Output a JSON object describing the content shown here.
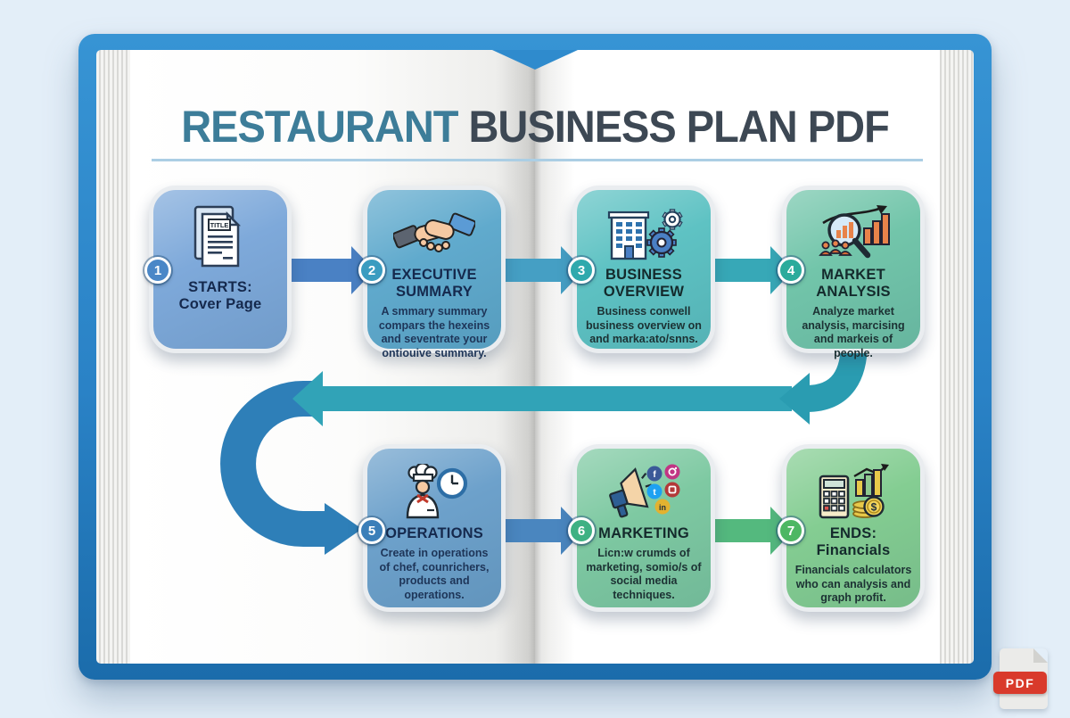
{
  "title": {
    "highlight": "RESTAURANT",
    "rest": "BUSINESS PLAN PDF"
  },
  "colors": {
    "background": "#e3eef8",
    "cover": "#2f8bcd",
    "cover_dark": "#1b6cab",
    "title_highlight": "#3d7d99",
    "title_rest": "#3d4854",
    "underline": "#abcee4",
    "return_bar_arrow": "#31a3b7",
    "loop_arrow": "#2e7fb8",
    "drop_arrow": "#2a9cb1",
    "pdf_red": "#d93a2b"
  },
  "steps": [
    {
      "number": "1",
      "title_line1": "STARTS:",
      "title_line2": "Cover Page",
      "description": "",
      "icon": "cover-page-document-icon",
      "icon_label": "TITLE",
      "box_color": "#7ea9da",
      "badge_color": "#4a87c7"
    },
    {
      "number": "2",
      "title_line1": "EXECUTIVE",
      "title_line2": "SUMMARY",
      "description": "A smmary summary compars the hexeins and seventrate your ontiouive summary.",
      "icon": "handshake-icon",
      "box_color": "#60aacd",
      "badge_color": "#3a9cc0"
    },
    {
      "number": "3",
      "title_line1": "BUSINESS",
      "title_line2": "OVERVIEW",
      "description": "Business conwell business overview on and marka:ato/snns.",
      "icon": "building-gears-icon",
      "box_color": "#5ec2c3",
      "badge_color": "#2fa9ad"
    },
    {
      "number": "4",
      "title_line1": "MARKET",
      "title_line2": "ANALYSIS",
      "description": "Analyze market analysis, marcising and markeis of people.",
      "icon": "market-research-icon",
      "box_color": "#72c5aa",
      "badge_color": "#2bab9c"
    },
    {
      "number": "5",
      "title_line1": "OPERATIONS",
      "title_line2": "",
      "description": "Create in operations of chef, counrichers, products and operations.",
      "icon": "chef-clock-icon",
      "box_color": "#6da1cb",
      "badge_color": "#3b7fb9"
    },
    {
      "number": "6",
      "title_line1": "MARKETING",
      "title_line2": "",
      "description": "Licn:w crumds of marketing, somio/s of social media techniques.",
      "icon": "megaphone-social-icon",
      "social": {
        "facebook": "f",
        "twitter": "t",
        "linkedin": "in"
      },
      "box_color": "#7ec9a2",
      "badge_color": "#3eb183"
    },
    {
      "number": "7",
      "title_line1": "ENDS:",
      "title_line2": "Financials",
      "description": "Financials calculators who can analysis and graph profit.",
      "icon": "calculator-coins-icon",
      "icon_label": "$",
      "box_color": "#84cd92",
      "badge_color": "#4db763"
    }
  ],
  "arrows": {
    "step1_to_2": "#4a81c4",
    "step2_to_3": "#459fc4",
    "step3_to_4": "#37a8b7",
    "step5_to_6": "#4a86bf",
    "step6_to_7": "#54b97e"
  },
  "pdf_badge": {
    "label": "PDF"
  }
}
